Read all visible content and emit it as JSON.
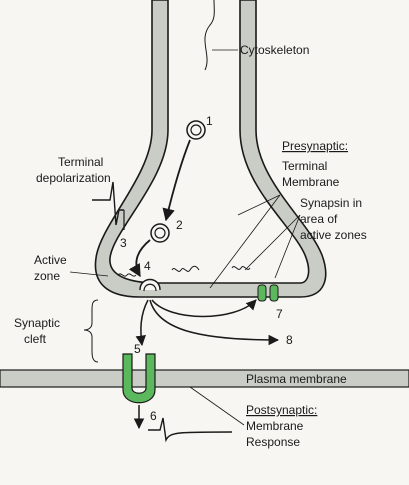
{
  "labels": {
    "cytoskeleton": "Cytoskeleton",
    "terminal_depolarization_1": "Terminal",
    "terminal_depolarization_2": "depolarization",
    "presynaptic": "Presynaptic:",
    "terminal_membrane_1": "Terminal",
    "terminal_membrane_2": "Membrane",
    "synapsin_1": "Synapsin in",
    "synapsin_2": "area of",
    "synapsin_3": "active zones",
    "active_zone_1": "Active",
    "active_zone_2": "zone",
    "synaptic_cleft_1": "Synaptic",
    "synaptic_cleft_2": "cleft",
    "plasma_membrane": "Plasma membrane",
    "postsynaptic": "Postsynaptic:",
    "membrane": "Membrane",
    "response": "Response"
  },
  "steps": {
    "s1": "1",
    "s2": "2",
    "s3": "3",
    "s4": "4",
    "s5": "5",
    "s6": "6",
    "s7": "7",
    "s8": "8"
  },
  "colors": {
    "membrane_fill": "#c9cdc6",
    "outline": "#1a1a1a",
    "channel_green": "#5cb85c",
    "background": "#f7f6f2"
  }
}
